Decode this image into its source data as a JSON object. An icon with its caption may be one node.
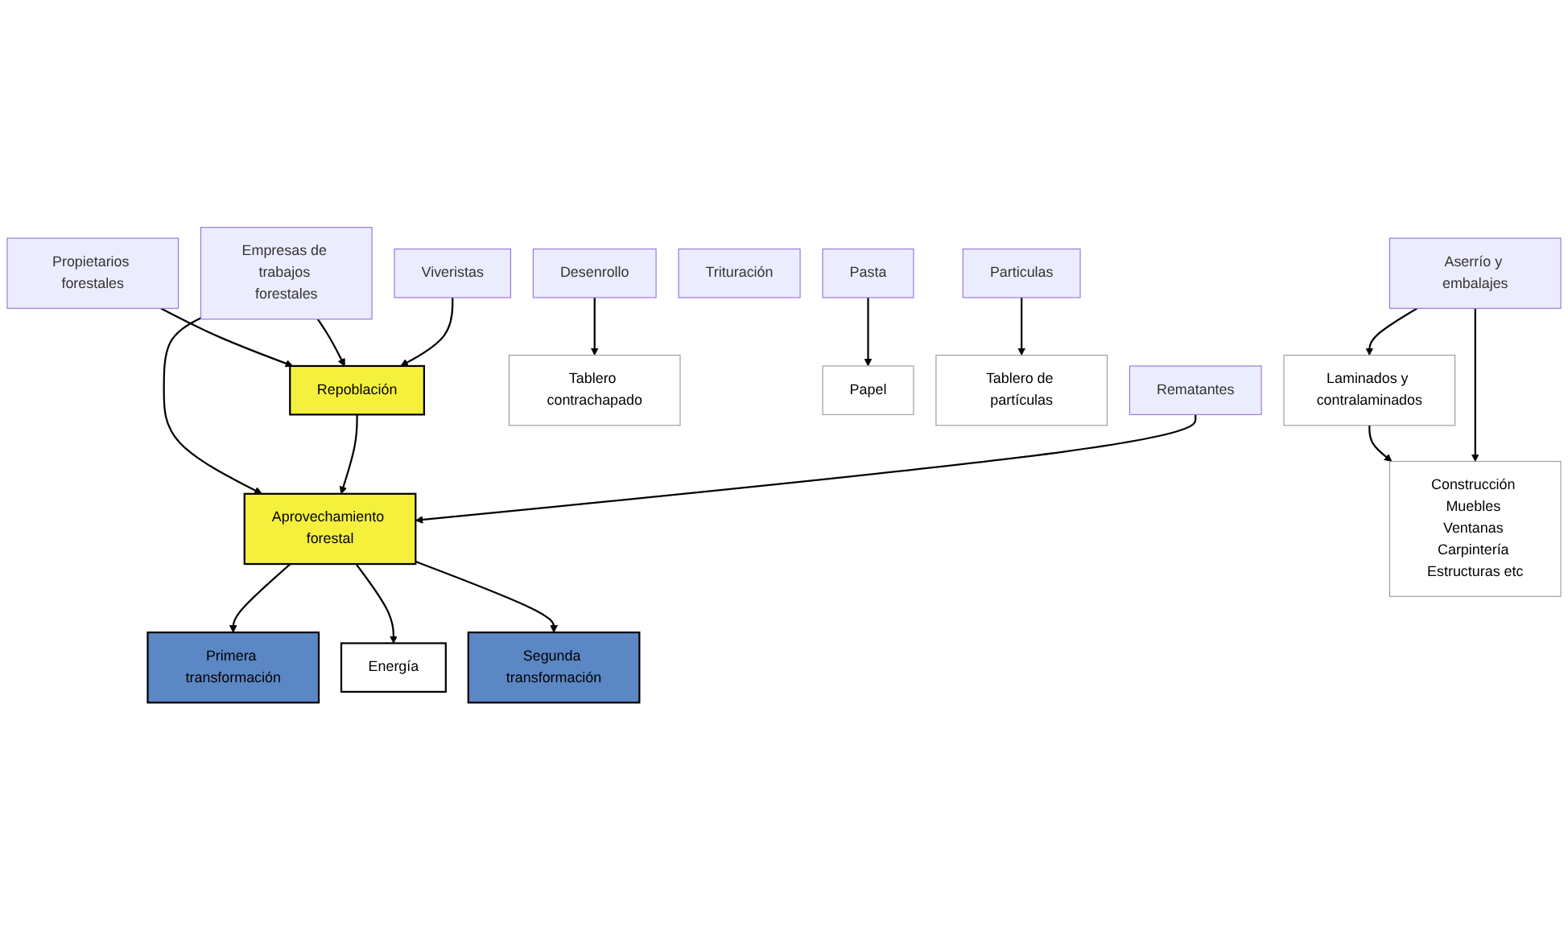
{
  "diagram": {
    "nodes": [
      {
        "text": [
          "Propietarios forestales"
        ]
      },
      {
        "text": [
          "Repoblación"
        ]
      },
      {
        "text": [
          "Empresas de trabajos forestales"
        ]
      },
      {
        "text": [
          "Viveristas"
        ]
      },
      {
        "text": [
          "Aprovechamiento forestal"
        ]
      },
      {
        "text": [
          "Rematantes"
        ]
      },
      {
        "text": [
          "Primera transformación"
        ]
      },
      {
        "text": [
          "Energía"
        ]
      },
      {
        "text": [
          "Segunda transformación"
        ]
      },
      {
        "text": [
          "Desenrollo"
        ]
      },
      {
        "text": [
          "Tablero contrachapado"
        ]
      },
      {
        "text": [
          "Trituración"
        ]
      },
      {
        "text": [
          "Pasta"
        ]
      },
      {
        "text": [
          "Papel"
        ]
      },
      {
        "text": [
          "Particulas"
        ]
      },
      {
        "text": [
          "Tablero de partículas"
        ]
      },
      {
        "text": [
          "Construcción Muebles Ventanas Carpintería Estructuras etc"
        ]
      },
      {
        "text": [
          "Aserrío y embalajes"
        ]
      },
      {
        "text": [
          "Laminados y contralaminados"
        ]
      }
    ],
    "edges": [
      {
        "from": 0,
        "to": 1,
        "arrow": "to"
      },
      {
        "from": 2,
        "to": 1,
        "arrow": "to"
      },
      {
        "from": 3,
        "to": 1,
        "arrow": "to"
      },
      {
        "from": 2,
        "to": 4,
        "arrow": "to"
      },
      {
        "from": 1,
        "to": 4,
        "arrow": "to"
      },
      {
        "from": 5,
        "to": 4,
        "arrow": "to"
      },
      {
        "from": 4,
        "to": 6,
        "arrow": "to"
      },
      {
        "from": 4,
        "to": 7,
        "arrow": "to"
      },
      {
        "from": 4,
        "to": 8,
        "arrow": "to"
      },
      {
        "from": 9,
        "to": 10,
        "arrow": "to"
      },
      {
        "from": 12,
        "to": 13,
        "arrow": "to"
      },
      {
        "from": 14,
        "to": 15,
        "arrow": "to"
      },
      {
        "from": 17,
        "to": 18,
        "arrow": "to"
      },
      {
        "from": 18,
        "to": 16,
        "arrow": "to"
      },
      {
        "from": 17,
        "to": 16,
        "arrow": "to"
      }
    ]
  }
}
